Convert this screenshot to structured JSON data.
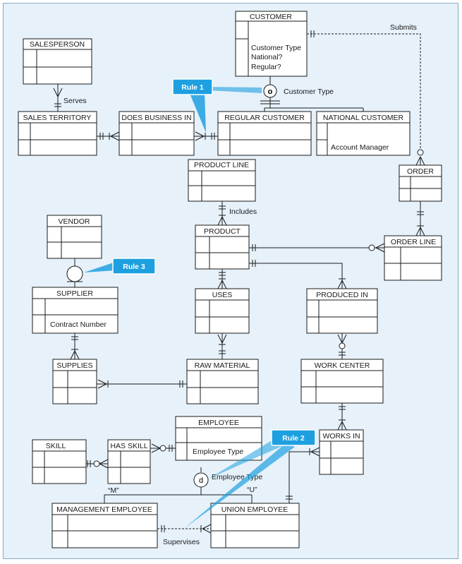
{
  "entities": {
    "customer": {
      "title": "CUSTOMER",
      "attrs": [
        "Customer Type",
        "National?",
        "Regular?"
      ]
    },
    "salesperson": {
      "title": "SALESPERSON"
    },
    "sales_territory": {
      "title": "SALES TERRITORY"
    },
    "does_business_in": {
      "title": "DOES BUSINESS IN"
    },
    "regular_customer": {
      "title": "REGULAR CUSTOMER"
    },
    "national_customer": {
      "title": "NATIONAL CUSTOMER",
      "attrs": [
        "Account Manager"
      ]
    },
    "product_line": {
      "title": "PRODUCT LINE"
    },
    "order": {
      "title": "ORDER"
    },
    "vendor": {
      "title": "VENDOR"
    },
    "product": {
      "title": "PRODUCT"
    },
    "order_line": {
      "title": "ORDER LINE"
    },
    "supplier": {
      "title": "SUPPLIER",
      "attrs": [
        "Contract Number"
      ]
    },
    "uses": {
      "title": "USES"
    },
    "produced_in": {
      "title": "PRODUCED IN"
    },
    "supplies": {
      "title": "SUPPLIES"
    },
    "raw_material": {
      "title": "RAW MATERIAL"
    },
    "work_center": {
      "title": "WORK CENTER"
    },
    "employee": {
      "title": "EMPLOYEE",
      "attrs": [
        "Employee Type"
      ]
    },
    "skill": {
      "title": "SKILL"
    },
    "has_skill": {
      "title": "HAS SKILL"
    },
    "works_in": {
      "title": "WORKS IN"
    },
    "management_employee": {
      "title": "MANAGEMENT EMPLOYEE"
    },
    "union_employee": {
      "title": "UNION EMPLOYEE"
    }
  },
  "relationships": {
    "submits": "Submits",
    "serves": "Serves",
    "includes": "Includes",
    "supervises": "Supervises"
  },
  "subtypes": {
    "customer_symbol": "o",
    "customer_discriminator": "Customer Type",
    "employee_symbol": "d",
    "employee_discriminator": "Employee Type",
    "m_label": "“M”",
    "u_label": "“U”"
  },
  "callouts": {
    "rule1": "Rule 1",
    "rule2": "Rule 2",
    "rule3": "Rule 3"
  },
  "colors": {
    "background": "#e6f1fa",
    "callout": "#1ea0e0"
  }
}
